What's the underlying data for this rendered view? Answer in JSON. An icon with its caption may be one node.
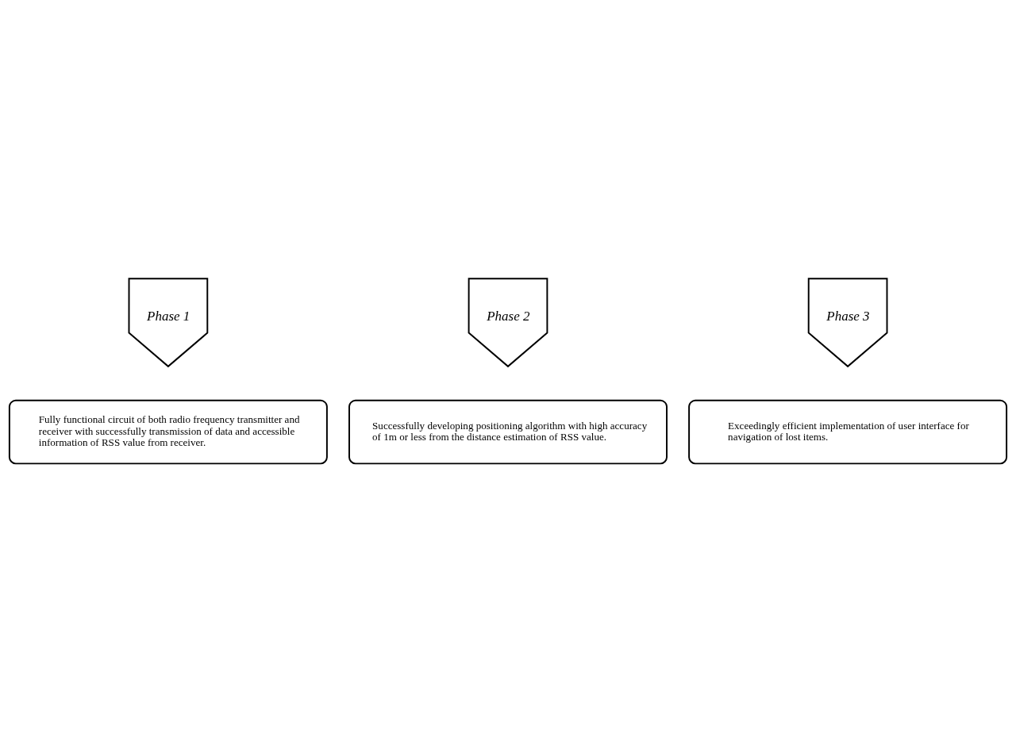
{
  "diagram": {
    "nodes": [
      {
        "text": [
          "Phase 1"
        ]
      },
      {
        "text": [
          "Fully functional circuit of both radio frequency transmitter and receiver with successfully transmission of data and accessible information of RSS value from receiver."
        ]
      },
      {
        "text": [
          "Phase 2"
        ]
      },
      {
        "text": [
          "Successfully developing positioning algorithm with high accuracy of 1m or less from the distance estimation of RSS value."
        ]
      },
      {
        "text": [
          "Phase 3"
        ]
      },
      {
        "text": [
          "Exceedingly efficient implementation of user interface for navigation of lost items."
        ]
      }
    ]
  }
}
